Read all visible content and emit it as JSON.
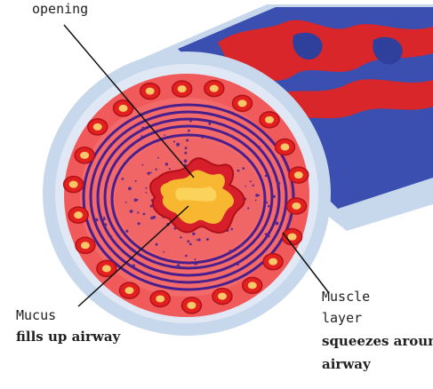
{
  "labels": {
    "opening": "opening",
    "mucus_line1": "Mucus",
    "mucus_line2": "fills up airway",
    "muscle_line1": "Muscle",
    "muscle_line2": "layer",
    "muscle_line3": "squeezes around",
    "muscle_line4": "airway"
  },
  "colors": {
    "outer_tissue": "#c8d8ec",
    "tube_blue": "#3a4fb0",
    "tube_red": "#d8262a",
    "inner_tissue": "#f05a5a",
    "muscle": "#4a1f8c",
    "vessel_outer": "#e41f1f",
    "vessel_inner": "#f7c76a",
    "mucus": "#f7b731",
    "leader_line": "#111111"
  }
}
